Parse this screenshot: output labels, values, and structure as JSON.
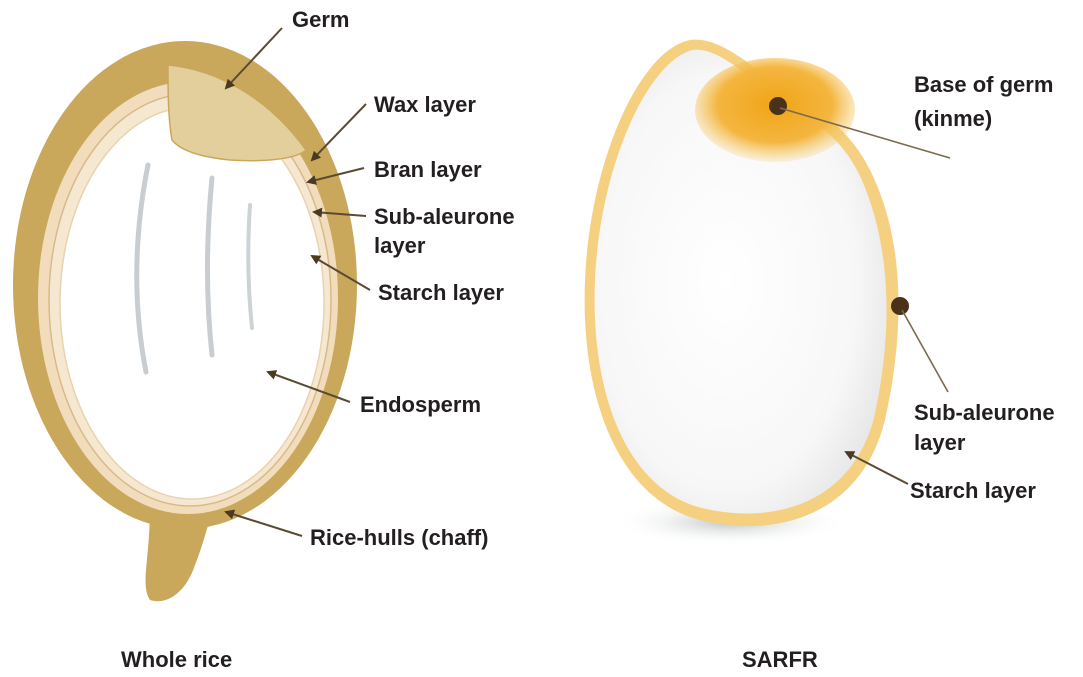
{
  "whole_rice": {
    "caption": "Whole rice",
    "labels": {
      "germ": "Germ",
      "wax_layer": "Wax layer",
      "bran_layer": "Bran layer",
      "sub_aleurone_line1": "Sub-aleurone",
      "sub_aleurone_line2": "layer",
      "starch_layer": "Starch layer",
      "endosperm": "Endosperm",
      "rice_hulls": "Rice-hulls (chaff)"
    }
  },
  "sarfr": {
    "caption": "SARFR",
    "labels": {
      "base_of_germ_line1": "Base of germ",
      "base_of_germ_line2": "(kinme)",
      "sub_aleurone_line1": "Sub-aleurone",
      "sub_aleurone_line2": "layer",
      "starch_layer": "Starch layer"
    }
  },
  "colors": {
    "hull": "#c9a85c",
    "germ": "#e3cf9c",
    "bran": "#f1ddbc",
    "sarfr_outline": "#f5d080",
    "kinme": "#f0a820",
    "arrow": "#4a3a22"
  }
}
